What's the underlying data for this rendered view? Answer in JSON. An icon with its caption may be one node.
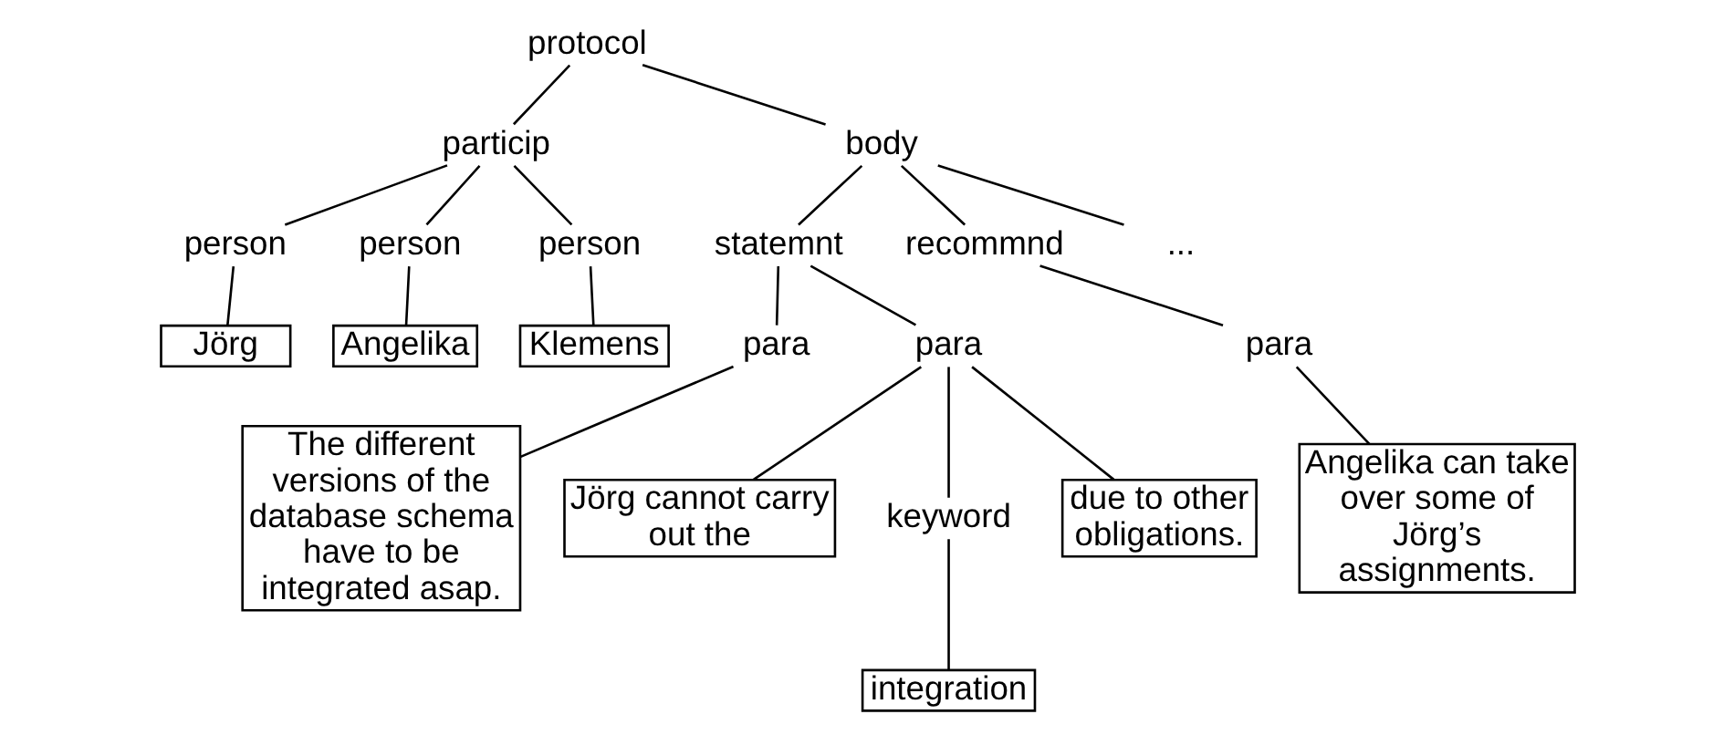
{
  "diagram": {
    "nodes": [
      {
        "text": [
          "protocol"
        ]
      },
      {
        "text": [
          "particip"
        ]
      },
      {
        "text": [
          "body"
        ]
      },
      {
        "text": [
          "person"
        ]
      },
      {
        "text": [
          "person"
        ]
      },
      {
        "text": [
          "person"
        ]
      },
      {
        "text": [
          "Jörg"
        ]
      },
      {
        "text": [
          "Angelika"
        ]
      },
      {
        "text": [
          "Klemens"
        ]
      },
      {
        "text": [
          "statemnt"
        ]
      },
      {
        "text": [
          "recommnd"
        ]
      },
      {
        "text": [
          "..."
        ]
      },
      {
        "text": [
          "para"
        ]
      },
      {
        "text": [
          "para"
        ]
      },
      {
        "text": [
          "para"
        ]
      },
      {
        "text": [
          "The different versions of the database schema have to be integrated asap."
        ]
      },
      {
        "text": [
          "Jörg cannot carry out the"
        ]
      },
      {
        "text": [
          "keyword"
        ]
      },
      {
        "text": [
          "due to other obligations."
        ]
      },
      {
        "text": [
          "integration"
        ]
      },
      {
        "text": [
          "Angelika can take over some of Jörg’s assignments."
        ]
      }
    ],
    "edges": [
      {
        "from": 0,
        "to": 1,
        "arrow": "none"
      },
      {
        "from": 0,
        "to": 2,
        "arrow": "none"
      },
      {
        "from": 1,
        "to": 3,
        "arrow": "none"
      },
      {
        "from": 1,
        "to": 4,
        "arrow": "none"
      },
      {
        "from": 1,
        "to": 5,
        "arrow": "none"
      },
      {
        "from": 3,
        "to": 6,
        "arrow": "none"
      },
      {
        "from": 4,
        "to": 7,
        "arrow": "none"
      },
      {
        "from": 5,
        "to": 8,
        "arrow": "none"
      },
      {
        "from": 2,
        "to": 9,
        "arrow": "none"
      },
      {
        "from": 2,
        "to": 10,
        "arrow": "none"
      },
      {
        "from": 2,
        "to": 11,
        "arrow": "none"
      },
      {
        "from": 9,
        "to": 12,
        "arrow": "none"
      },
      {
        "from": 9,
        "to": 13,
        "arrow": "none"
      },
      {
        "from": 10,
        "to": 14,
        "arrow": "none"
      },
      {
        "from": 12,
        "to": 15,
        "arrow": "none"
      },
      {
        "from": 13,
        "to": 16,
        "arrow": "none"
      },
      {
        "from": 13,
        "to": 17,
        "arrow": "none"
      },
      {
        "from": 13,
        "to": 18,
        "arrow": "none"
      },
      {
        "from": 17,
        "to": 19,
        "arrow": "none"
      },
      {
        "from": 14,
        "to": 20,
        "arrow": "none"
      }
    ]
  }
}
